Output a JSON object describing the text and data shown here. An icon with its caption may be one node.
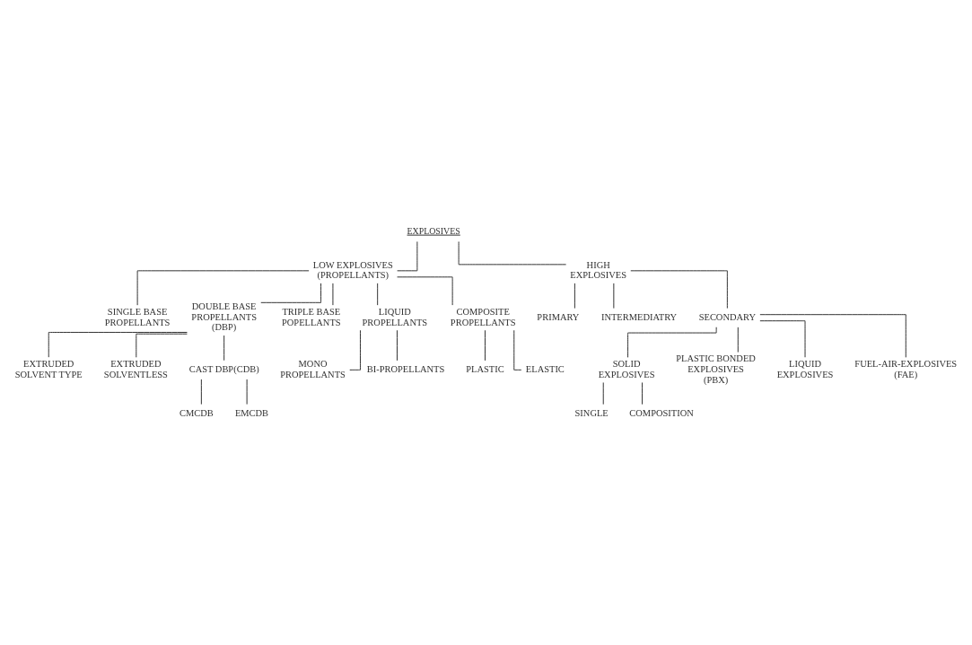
{
  "diagram": {
    "nodes": [
      {
        "text": [
          "EXPLOSIVES"
        ]
      },
      {
        "text": [
          "LOW EXPLOSIVES (PROPELLANTS)"
        ]
      },
      {
        "text": [
          "HIGH EXPLOSIVES"
        ]
      },
      {
        "text": [
          "SINGLE BASE PROPELLANTS"
        ]
      },
      {
        "text": [
          "DOUBLE BASE PROPELLANTS (DBP)"
        ]
      },
      {
        "text": [
          "TRIPLE BASE POPELLANTS"
        ]
      },
      {
        "text": [
          "LIQUID PROPELLANTS"
        ]
      },
      {
        "text": [
          "COMPOSITE PROPELLANTS"
        ]
      },
      {
        "text": [
          "PLASTIC"
        ]
      },
      {
        "text": [
          "ELASTIC"
        ]
      },
      {
        "text": [
          "MONO PROPELLANTS"
        ]
      },
      {
        "text": [
          "BI-PROPELLANTS"
        ]
      },
      {
        "text": [
          "EXTRUDED SOLVENT TYPE"
        ]
      },
      {
        "text": [
          "EXTRUDED SOLVENTLESS"
        ]
      },
      {
        "text": [
          "CAST DBP(CDB)"
        ]
      },
      {
        "text": [
          "PRIMARY"
        ]
      },
      {
        "text": [
          "INTERMEDIATRY"
        ]
      },
      {
        "text": [
          "SECONDARY"
        ]
      },
      {
        "text": [
          "CMCDB"
        ]
      },
      {
        "text": [
          "EMCDB"
        ]
      },
      {
        "text": [
          "SOLID EXPLOSIVES"
        ]
      },
      {
        "text": [
          "PLASTIC BONDED EXPLOSIVES (PBX)"
        ]
      },
      {
        "text": [
          "LIQUID EXPLOSIVES"
        ]
      },
      {
        "text": [
          "FUEL-AIR-EXPLOSIVES (FAE)"
        ]
      },
      {
        "text": [
          "SINGLE"
        ]
      },
      {
        "text": [
          "COMPOSITION"
        ]
      }
    ],
    "edges": [
      {
        "from": 0,
        "to": 1,
        "arrow": "none"
      },
      {
        "from": 0,
        "to": 2,
        "arrow": "none"
      },
      {
        "from": 1,
        "to": 3,
        "arrow": "none"
      },
      {
        "from": 1,
        "to": 4,
        "arrow": "none"
      },
      {
        "from": 1,
        "to": 5,
        "arrow": "none"
      },
      {
        "from": 1,
        "to": 6,
        "arrow": "none"
      },
      {
        "from": 1,
        "to": 7,
        "arrow": "none"
      },
      {
        "from": 7,
        "to": 8,
        "arrow": "none"
      },
      {
        "from": 7,
        "to": 9,
        "arrow": "none"
      },
      {
        "from": 6,
        "to": 10,
        "arrow": "none"
      },
      {
        "from": 6,
        "to": 11,
        "arrow": "none"
      },
      {
        "from": 4,
        "to": 12,
        "arrow": "none"
      },
      {
        "from": 4,
        "to": 13,
        "arrow": "none"
      },
      {
        "from": 4,
        "to": 14,
        "arrow": "none"
      },
      {
        "from": 2,
        "to": 15,
        "arrow": "none"
      },
      {
        "from": 2,
        "to": 16,
        "arrow": "none"
      },
      {
        "from": 2,
        "to": 17,
        "arrow": "none"
      },
      {
        "from": 14,
        "to": 18,
        "arrow": "none"
      },
      {
        "from": 14,
        "to": 19,
        "arrow": "none"
      },
      {
        "from": 17,
        "to": 20,
        "arrow": "none"
      },
      {
        "from": 17,
        "to": 21,
        "arrow": "none"
      },
      {
        "from": 17,
        "to": 22,
        "arrow": "none"
      },
      {
        "from": 17,
        "to": 23,
        "arrow": "none"
      },
      {
        "from": 20,
        "to": 24,
        "arrow": "none"
      },
      {
        "from": 20,
        "to": 25,
        "arrow": "none"
      }
    ]
  }
}
